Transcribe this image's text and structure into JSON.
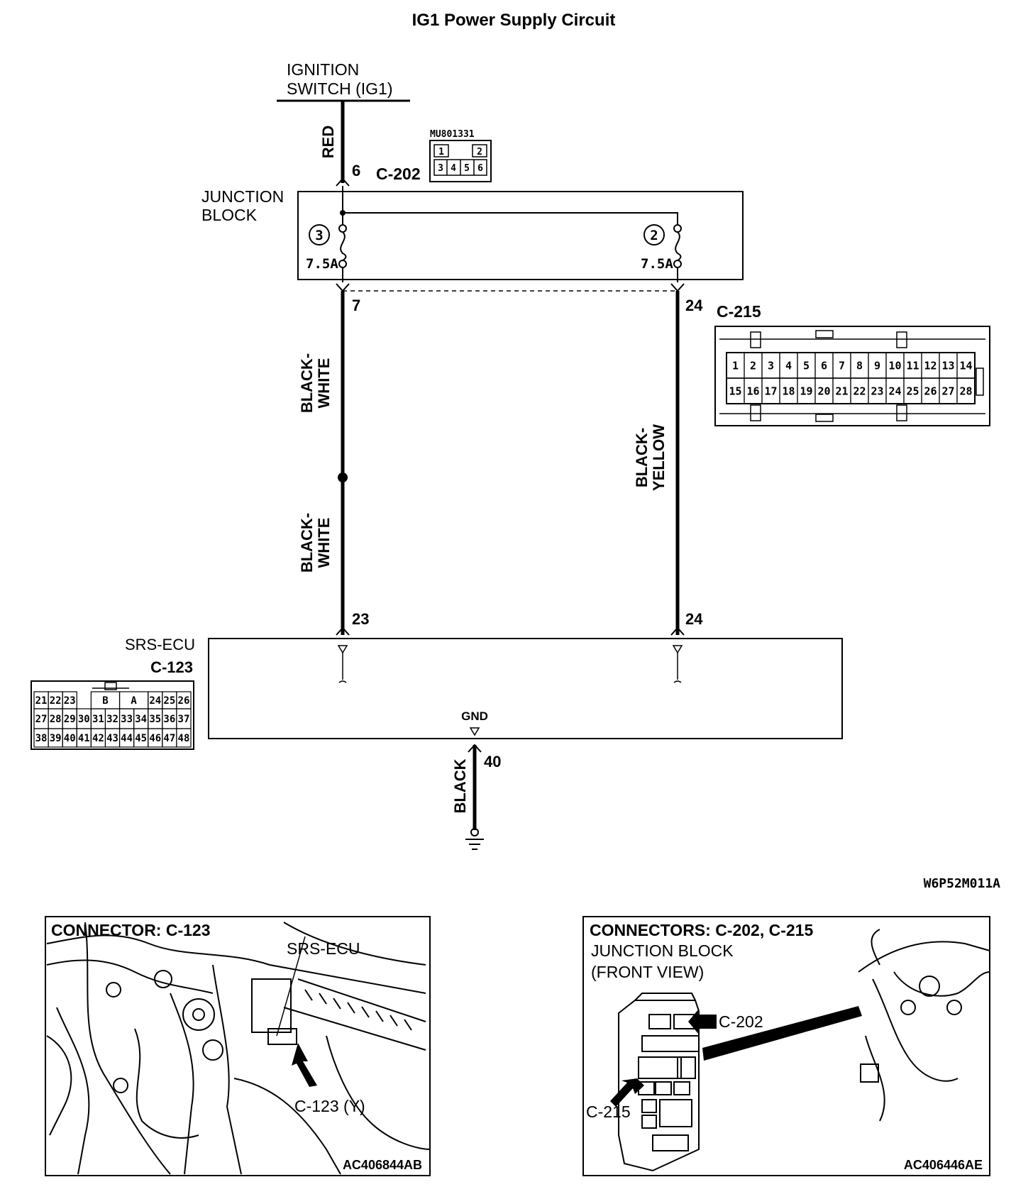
{
  "title": "IG1 Power Supply Circuit",
  "ignition": {
    "line1": "IGNITION",
    "line2": "SWITCH (IG1)"
  },
  "wires": {
    "red": "RED",
    "bw_top_1": "BLACK-",
    "bw_top_2": "WHITE",
    "bw_bot_1": "BLACK-",
    "bw_bot_2": "WHITE",
    "by_1": "BLACK-",
    "by_2": "YELLOW",
    "black": "BLACK"
  },
  "pins": {
    "p6": "6",
    "p7": "7",
    "p24_top": "24",
    "p23": "23",
    "p24_bot": "24",
    "p40": "40"
  },
  "connectors": {
    "c202": "C-202",
    "c215": "C-215",
    "c123": "C-123",
    "part_number": "MU801331",
    "c202_pins": [
      "1",
      "2",
      "3",
      "4",
      "5",
      "6"
    ],
    "c215_row1": [
      "1",
      "2",
      "3",
      "4",
      "5",
      "6",
      "7",
      "8",
      "9",
      "10",
      "11",
      "12",
      "13",
      "14"
    ],
    "c215_row2": [
      "15",
      "16",
      "17",
      "18",
      "19",
      "20",
      "21",
      "22",
      "23",
      "24",
      "25",
      "26",
      "27",
      "28"
    ],
    "c123_row1": [
      "21",
      "22",
      "23",
      "B",
      "A",
      "24",
      "25",
      "26"
    ],
    "c123_row2": [
      "27",
      "28",
      "29",
      "30",
      "31",
      "32",
      "33",
      "34",
      "35",
      "36",
      "37"
    ],
    "c123_row3": [
      "38",
      "39",
      "40",
      "41",
      "42",
      "43",
      "44",
      "45",
      "46",
      "47",
      "48"
    ]
  },
  "junction_block": {
    "line1": "JUNCTION",
    "line2": "BLOCK",
    "fuse3_num": "3",
    "fuse2_num": "2",
    "fuse3_rating": "7.5A",
    "fuse2_rating": "7.5A"
  },
  "ecu": {
    "name": "SRS-ECU",
    "gnd": "GND"
  },
  "figure_code": "W6P52M011A",
  "panel_left": {
    "title": "CONNECTOR: C-123",
    "label_ecu": "SRS-ECU",
    "label_conn": "C-123 (Y)",
    "code": "AC406844AB"
  },
  "panel_right": {
    "title": "CONNECTORS: C-202, C-215",
    "line2": "JUNCTION BLOCK",
    "line3": "(FRONT VIEW)",
    "label_c202": "C-202",
    "label_c215": "C-215",
    "code": "AC406446AE"
  }
}
